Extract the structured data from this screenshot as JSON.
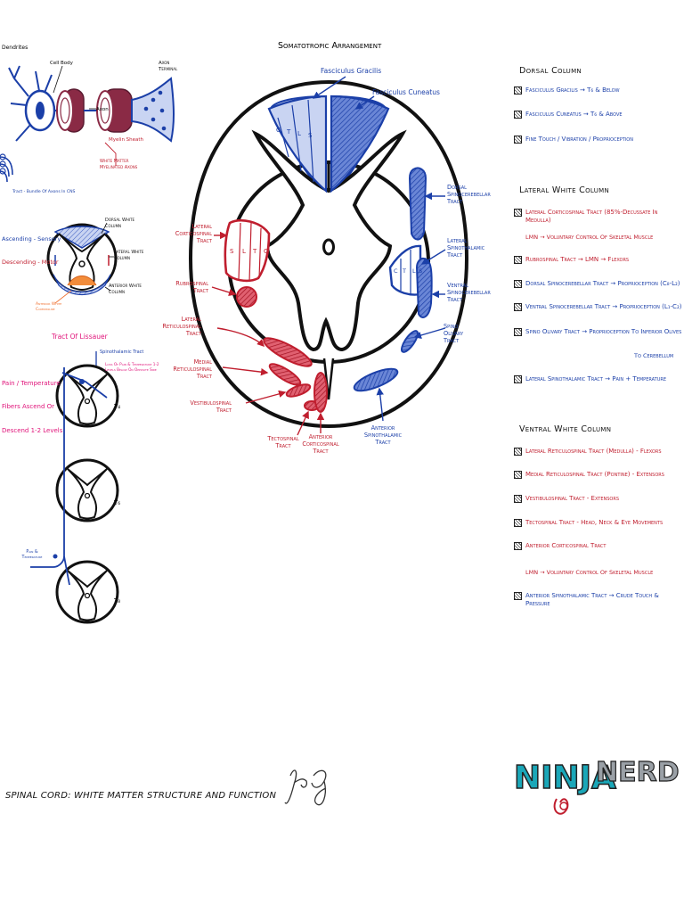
{
  "main": {
    "title": "Somatotropic Arrangement",
    "dorsal_labels": {
      "gracilis": "Fasciculus Gracilis",
      "cuneatus": "Fasciculus Cuneatus",
      "ctls": [
        "C",
        "T",
        "L",
        "S"
      ]
    },
    "left_labels": [
      "Lateral|Corticospinal|Tract",
      "Rubrospinal|Tract",
      "Lateral|Reticulospinal|Tract",
      "Medial|Reticulospinal|Tract",
      "Vestibulospinal|Tract"
    ],
    "right_labels": [
      "Dorsal|Spinocerebellar|Tract",
      "Lateral|Spinothalamic|Tract",
      "Ventral|Spinocerebellar|Tract",
      "Spino|Olivary|Tract"
    ],
    "bottom_labels": {
      "tectospinal": "Tectospinal|Tract",
      "anterior_cs": "Anterior|Corticospinal|Tract",
      "anterior_st": "Anterior|Spinothalamic|Tract"
    },
    "slt": [
      "S",
      "L",
      "T",
      "C"
    ],
    "ctls_lateral": [
      "C",
      "T",
      "L",
      "S"
    ]
  },
  "left": {
    "neuron": {
      "dendrites": "Dendrites",
      "cell_body": "Cell Body",
      "axon_terminal": "Axon|Terminal",
      "axon": "Axon",
      "myelin_sheath": "Myelin Sheath",
      "white_matter": "White Matter|Myelinated Axons",
      "tract": "Tract - Bundle Of Axons In CNS"
    },
    "cord_small": {
      "ascending": "Ascending - Sensory",
      "descending": "Descending - Motor",
      "dorsal_col": "Dorsal White|Column",
      "lateral_col": "Lateral White|Column",
      "anterior_col": "Anterior White|Column",
      "commissure": "Anterior White|Commissure"
    },
    "lissauer": {
      "title": "Tract Of Lissauer",
      "st_tract": "Spinothalamic Tract",
      "note": "Loss Of Pain & Temperature 1-2|Levels Below On Opposite Side",
      "pain_temp": "Pain / Temperature",
      "fibers": "Fibers Ascend Or",
      "descend": "Descend 1-2 Levels",
      "pain_temp_small": "Pain &|Temperature",
      "levels": [
        "T₄",
        "T₆",
        "T₈"
      ]
    }
  },
  "right": {
    "dorsal": {
      "title": "Dorsal Column",
      "items": [
        "Fasciculus Gracilis → T₆ & Below",
        "Fasciculus Cuneatus → T₆ & Above",
        "Fine Touch / Vibration / Proprioception"
      ]
    },
    "lateral": {
      "title": "Lateral White Column",
      "items": [
        "Lateral Corticospinal Tract (85%-Decussate In Medulla)",
        "Rubrospinal Tract → LMN → Flexors",
        "Dorsal Spinocerebellar Tract → Proprioception (C₈-L₂)",
        "Ventral Spinocerebellar Tract → Proprioception (L₁-C₂)",
        "Spino Olivary Tract → Proprioception To Inferior Olives",
        "Lateral Spinothalamic Tract → Pain + Temperature"
      ],
      "lmn_note": "LMN → Voluntary Control Of Skeletal Muscle",
      "olive_cont": "To Cerebellum"
    },
    "ventral": {
      "title": "Ventral White Column",
      "items": [
        "Lateral Reticulospinal Tract (Medulla) - Flexors",
        "Medial Reticulospinal Tract (Pontine) - Extensors",
        "Vestibulospinal Tract - Extensors",
        "Tectospinal Tract - Head, Neck & Eye Movements",
        "Anterior Corticospinal Tract",
        "Anterior Spinothalamic Tract → Crude Touch & Pressure"
      ],
      "lmn_note": "LMN → Voluntary Control Of Skeletal Muscle"
    }
  },
  "footer": {
    "title": "SPINAL CORD: WHITE MATTER STRUCTURE AND FUNCTION",
    "logo_a": "NINJA",
    "logo_b": "NERD"
  },
  "colors": {
    "blue": "#1b3fa8",
    "red": "#c01e2e",
    "maroon": "#8a2a45",
    "light_blue": "#6a86d6",
    "pink": "#e0147a",
    "teal": "#1aa7b8"
  }
}
